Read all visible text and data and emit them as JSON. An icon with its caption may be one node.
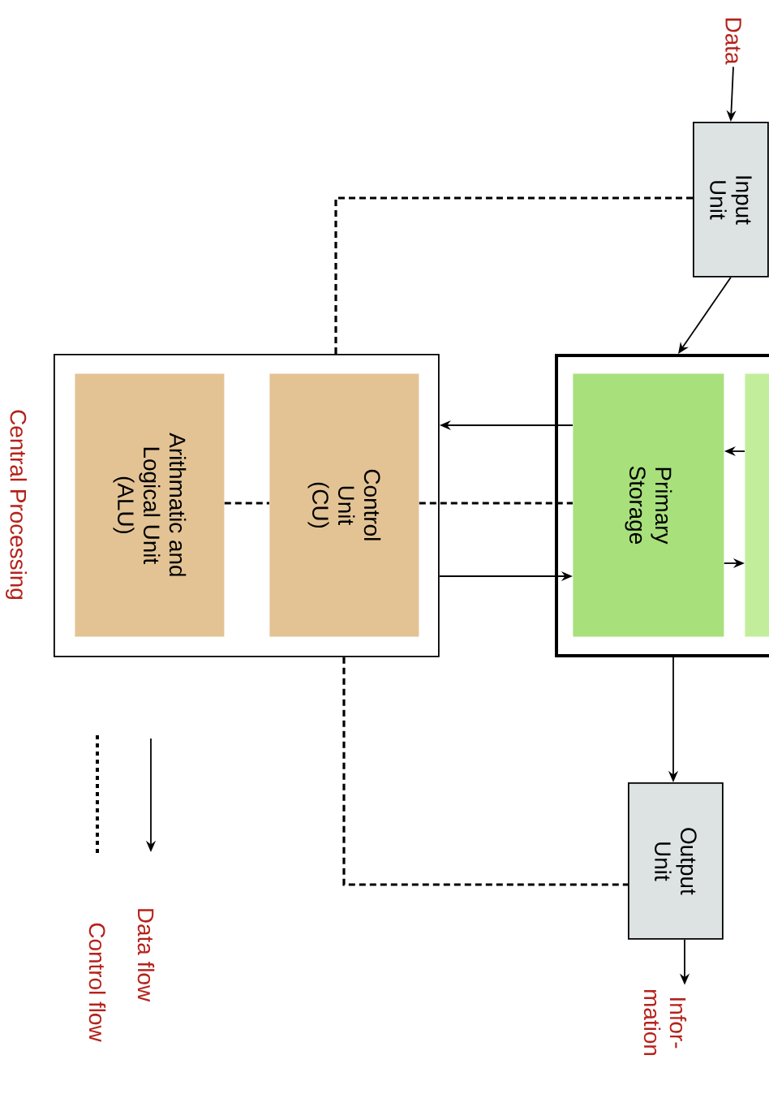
{
  "diagram": {
    "nodes": [
      {
        "text": [
          "Data"
        ]
      },
      {
        "text": [
          "Input Unit"
        ]
      },
      {
        "text": [],
        "shape": "box"
      },
      {
        "text": [
          "Primary Storage"
        ],
        "in": 2
      },
      {
        "text": [],
        "shape": "box",
        "in": 2
      },
      {
        "text": [
          "Central Processing"
        ]
      },
      {
        "text": [
          "Control Unit (CU)"
        ],
        "in": 5
      },
      {
        "text": [
          "Arithmatic and Logical Unit (ALU)"
        ],
        "in": 5
      },
      {
        "text": [
          "Output Unit"
        ]
      },
      {
        "text": [
          "Infor- mation"
        ]
      }
    ],
    "edges": [
      {
        "from": 0,
        "to": 1,
        "arrow": "to"
      },
      {
        "from": 1,
        "to": 2,
        "arrow": "to"
      },
      {
        "from": 1,
        "to": 5,
        "arrow": "none",
        "style": "dashed"
      },
      {
        "from": 3,
        "to": 5,
        "arrow": "to"
      },
      {
        "from": 5,
        "to": 3,
        "arrow": "to"
      },
      {
        "from": 6,
        "to": 3,
        "arrow": "none",
        "style": "dashed"
      },
      {
        "from": 7,
        "to": 6,
        "arrow": "none",
        "style": "dashed"
      },
      {
        "from": 4,
        "to": 3,
        "arrow": "to"
      },
      {
        "from": 3,
        "to": 4,
        "arrow": "to"
      },
      {
        "from": 2,
        "to": 8,
        "arrow": "to"
      },
      {
        "from": 5,
        "to": 8,
        "arrow": "none",
        "style": "dashed"
      },
      {
        "from": 8,
        "to": 9,
        "arrow": "to"
      }
    ],
    "legend": [
      {
        "text": "Data flow"
      },
      {
        "text": "Control flow"
      }
    ]
  }
}
